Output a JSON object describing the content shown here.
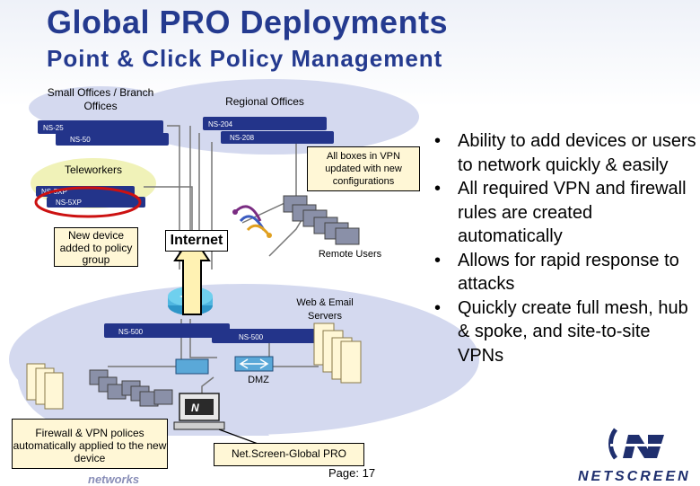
{
  "title": "Global PRO Deployments",
  "subtitle": "Point & Click Policy Management",
  "labels": {
    "small_offices": "Small Offices / Branch Offices",
    "regional_offices": "Regional Offices",
    "teleworkers": "Teleworkers",
    "new_device": "New device added to policy group",
    "internet": "Internet",
    "all_boxes": "All boxes in VPN updated with new configurations",
    "remote_users": "Remote Users",
    "web_email": "Web & Email Servers",
    "dmz": "DMZ",
    "firewall_vpn": "Firewall & VPN polices automatically applied to the new device",
    "netscreen_global_pro": "Net.Screen-Global PRO",
    "page": "Page: 17",
    "brand": "NETSCREEN",
    "watermark": "networks"
  },
  "device_labels": {
    "ns25": "NS-25",
    "ns50": "NS-50",
    "ns204": "NS-204",
    "ns208": "NS-208",
    "ns5xp_a": "NS-5XP",
    "ns5xp_b": "NS-5XP",
    "ns500_a": "NS-500",
    "ns500_b": "NS-500"
  },
  "bullets": [
    "Ability to add devices or users to network quickly & easily",
    "All required VPN and firewall rules are created automatically",
    "Allows for rapid response to attacks",
    "Quickly create full mesh, hub & spoke, and site-to-site VPNs"
  ],
  "colors": {
    "title": "#243a8f",
    "blob": "#d4d9ef",
    "teleworker_blob": "#f0f2b8",
    "device_body": "#23348a",
    "highlight_ring": "#cc1111",
    "arrow_fill": "#fff2b3",
    "cyan_ring": "#6fd0e6"
  },
  "icons": [
    "router-icon",
    "globe-icon",
    "server-stack-icon",
    "laptop-icon",
    "switch-icon",
    "netscreen-logo-icon"
  ]
}
